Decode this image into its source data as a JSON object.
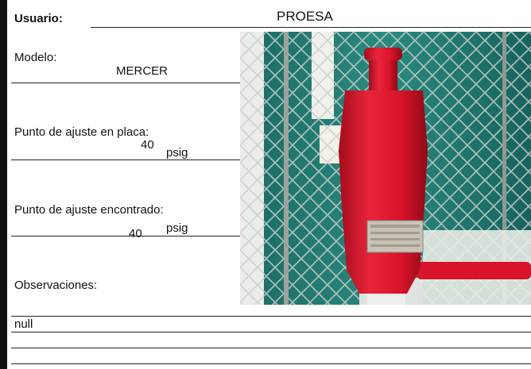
{
  "form": {
    "usuario_label": "Usuario:",
    "usuario_value": "PROESA",
    "modelo_label": "Modelo:",
    "modelo_value": "MERCER",
    "placa_label": "Punto de ajuste en placa:",
    "placa_value": "40",
    "placa_unit": "psig",
    "encontrado_label": "Punto de ajuste encontrado:",
    "encontrado_value": "40",
    "encontrado_unit": "psig",
    "observaciones_label": "Observaciones:",
    "observaciones_value": "null"
  },
  "photo": {
    "subject": "red-relief-valve",
    "colors": {
      "valve_red": "#d8132a",
      "fence_teal": "#1e7a72",
      "fence_wire": "#c9cfcd"
    }
  }
}
